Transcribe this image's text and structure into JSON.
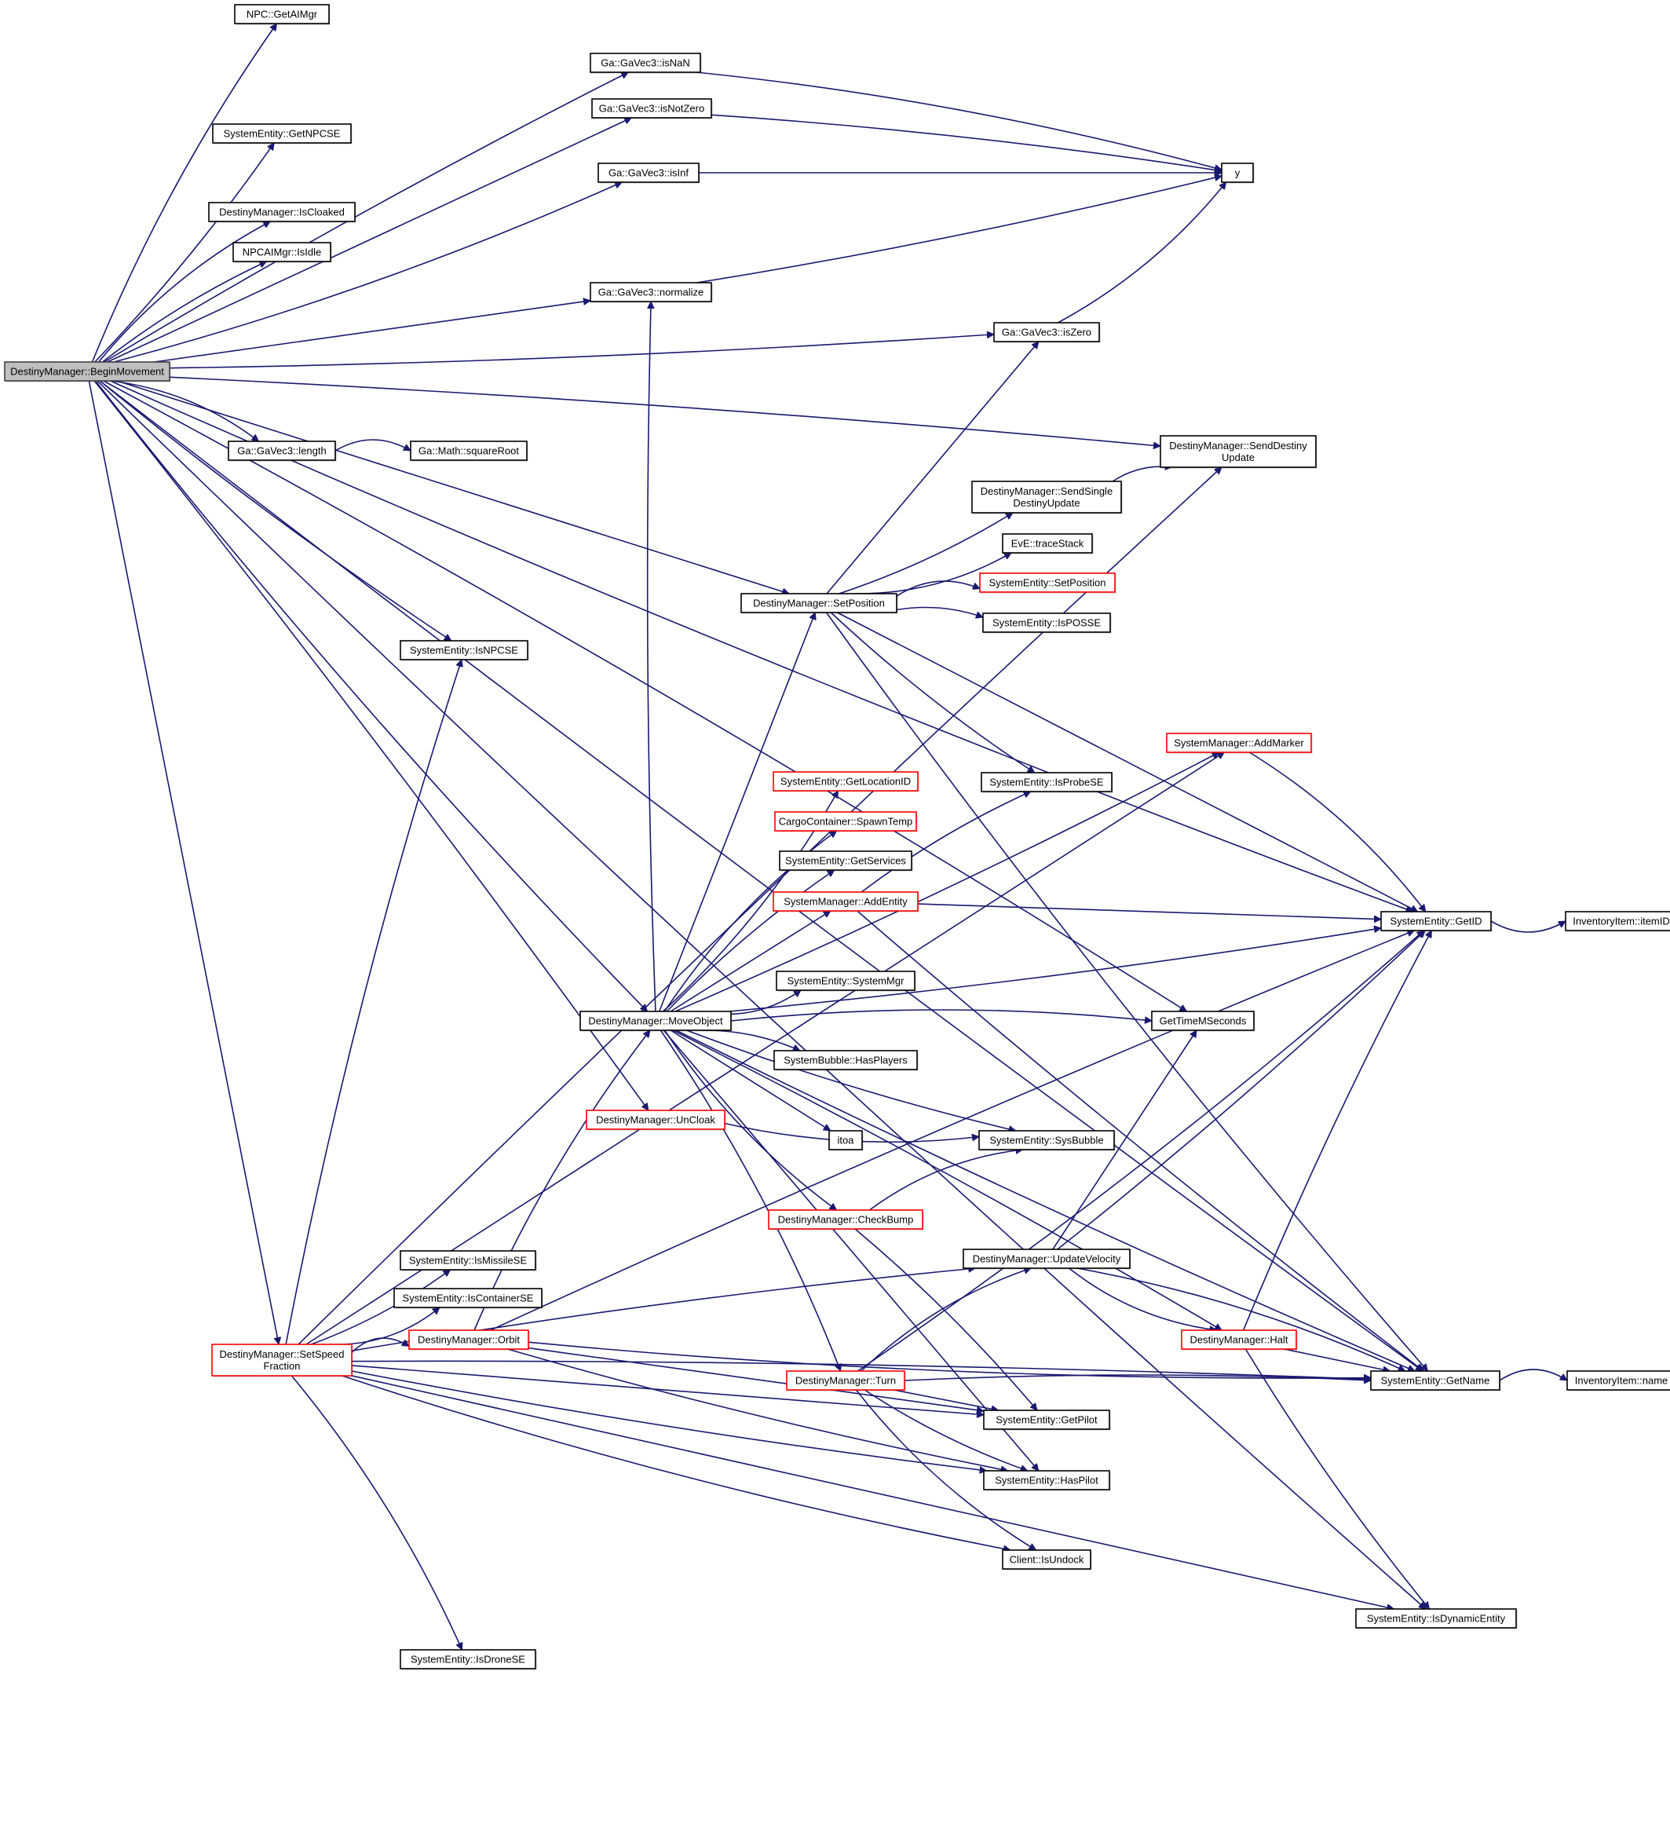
{
  "diagram": {
    "title": "Call graph of DestinyManager::BeginMovement",
    "colors": {
      "edge": "#191970",
      "node_border": "#000000",
      "truncated_border": "#ff0000",
      "root_fill": "#bfbfbf"
    },
    "nodes": [
      {
        "id": "root",
        "lines": [
          "DestinyManager::BeginMovement"
        ],
        "style": "root"
      },
      {
        "id": "getaimgr",
        "lines": [
          "NPC::GetAIMgr"
        ],
        "style": "normal"
      },
      {
        "id": "isnan",
        "lines": [
          "Ga::GaVec3::isNaN"
        ],
        "style": "normal"
      },
      {
        "id": "isnotzero",
        "lines": [
          "Ga::GaVec3::isNotZero"
        ],
        "style": "normal"
      },
      {
        "id": "getnpcse",
        "lines": [
          "SystemEntity::GetNPCSE"
        ],
        "style": "normal"
      },
      {
        "id": "isinf",
        "lines": [
          "Ga::GaVec3::isInf"
        ],
        "style": "normal"
      },
      {
        "id": "y",
        "lines": [
          "y"
        ],
        "style": "normal"
      },
      {
        "id": "iscloaked",
        "lines": [
          "DestinyManager::IsCloaked"
        ],
        "style": "normal"
      },
      {
        "id": "isidle",
        "lines": [
          "NPCAIMgr::IsIdle"
        ],
        "style": "normal"
      },
      {
        "id": "normalize",
        "lines": [
          "Ga::GaVec3::normalize"
        ],
        "style": "normal"
      },
      {
        "id": "iszero",
        "lines": [
          "Ga::GaVec3::isZero"
        ],
        "style": "normal"
      },
      {
        "id": "length",
        "lines": [
          "Ga::GaVec3::length"
        ],
        "style": "normal"
      },
      {
        "id": "squareroot",
        "lines": [
          "Ga::Math::squareRoot"
        ],
        "style": "normal"
      },
      {
        "id": "senddestinyupdate",
        "lines": [
          "DestinyManager::SendDestiny",
          "Update"
        ],
        "style": "normal"
      },
      {
        "id": "sendsingle",
        "lines": [
          "DestinyManager::SendSingle",
          "DestinyUpdate"
        ],
        "style": "normal"
      },
      {
        "id": "tracestack",
        "lines": [
          "EvE::traceStack"
        ],
        "style": "normal"
      },
      {
        "id": "se_setposition",
        "lines": [
          "SystemEntity::SetPosition"
        ],
        "style": "truncated"
      },
      {
        "id": "setposition",
        "lines": [
          "DestinyManager::SetPosition"
        ],
        "style": "normal"
      },
      {
        "id": "isposse",
        "lines": [
          "SystemEntity::IsPOSSE"
        ],
        "style": "normal"
      },
      {
        "id": "isnpcse",
        "lines": [
          "SystemEntity::IsNPCSE"
        ],
        "style": "normal"
      },
      {
        "id": "addmarker",
        "lines": [
          "SystemManager::AddMarker"
        ],
        "style": "truncated"
      },
      {
        "id": "getlocationid",
        "lines": [
          "SystemEntity::GetLocationID"
        ],
        "style": "truncated"
      },
      {
        "id": "isprobese",
        "lines": [
          "SystemEntity::IsProbeSE"
        ],
        "style": "normal"
      },
      {
        "id": "spawntemp",
        "lines": [
          "CargoContainer::SpawnTemp"
        ],
        "style": "truncated"
      },
      {
        "id": "getservices",
        "lines": [
          "SystemEntity::GetServices"
        ],
        "style": "normal"
      },
      {
        "id": "addentity",
        "lines": [
          "SystemManager::AddEntity"
        ],
        "style": "truncated"
      },
      {
        "id": "getid",
        "lines": [
          "SystemEntity::GetID"
        ],
        "style": "normal"
      },
      {
        "id": "itemid",
        "lines": [
          "InventoryItem::itemID"
        ],
        "style": "normal"
      },
      {
        "id": "systemmgr",
        "lines": [
          "SystemEntity::SystemMgr"
        ],
        "style": "normal"
      },
      {
        "id": "moveobject",
        "lines": [
          "DestinyManager::MoveObject"
        ],
        "style": "normal"
      },
      {
        "id": "gettimems",
        "lines": [
          "GetTimeMSeconds"
        ],
        "style": "normal"
      },
      {
        "id": "hasplayers",
        "lines": [
          "SystemBubble::HasPlayers"
        ],
        "style": "normal"
      },
      {
        "id": "uncloak",
        "lines": [
          "DestinyManager::UnCloak"
        ],
        "style": "truncated"
      },
      {
        "id": "itoa",
        "lines": [
          "itoa"
        ],
        "style": "normal"
      },
      {
        "id": "sysbubble",
        "lines": [
          "SystemEntity::SysBubble"
        ],
        "style": "normal"
      },
      {
        "id": "checkbump",
        "lines": [
          "DestinyManager::CheckBump"
        ],
        "style": "truncated"
      },
      {
        "id": "ismissilese",
        "lines": [
          "SystemEntity::IsMissileSE"
        ],
        "style": "normal"
      },
      {
        "id": "updatevelocity",
        "lines": [
          "DestinyManager::UpdateVelocity"
        ],
        "style": "normal"
      },
      {
        "id": "iscontainerse",
        "lines": [
          "SystemEntity::IsContainerSE"
        ],
        "style": "normal"
      },
      {
        "id": "orbit",
        "lines": [
          "DestinyManager::Orbit"
        ],
        "style": "truncated"
      },
      {
        "id": "halt",
        "lines": [
          "DestinyManager::Halt"
        ],
        "style": "truncated"
      },
      {
        "id": "setspeedfraction",
        "lines": [
          "DestinyManager::SetSpeed",
          "Fraction"
        ],
        "style": "truncated"
      },
      {
        "id": "turn",
        "lines": [
          "DestinyManager::Turn"
        ],
        "style": "truncated"
      },
      {
        "id": "getname",
        "lines": [
          "SystemEntity::GetName"
        ],
        "style": "normal"
      },
      {
        "id": "invname",
        "lines": [
          "InventoryItem::name"
        ],
        "style": "normal"
      },
      {
        "id": "getpilot",
        "lines": [
          "SystemEntity::GetPilot"
        ],
        "style": "normal"
      },
      {
        "id": "haspilot",
        "lines": [
          "SystemEntity::HasPilot"
        ],
        "style": "normal"
      },
      {
        "id": "isundock",
        "lines": [
          "Client::IsUndock"
        ],
        "style": "normal"
      },
      {
        "id": "isdynamic",
        "lines": [
          "SystemEntity::IsDynamicEntity"
        ],
        "style": "normal"
      },
      {
        "id": "isdronese",
        "lines": [
          "SystemEntity::IsDroneSE"
        ],
        "style": "normal"
      }
    ],
    "edges": [
      [
        "root",
        "getaimgr"
      ],
      [
        "root",
        "isnan"
      ],
      [
        "root",
        "isnotzero"
      ],
      [
        "root",
        "getnpcse"
      ],
      [
        "root",
        "isinf"
      ],
      [
        "root",
        "iscloaked"
      ],
      [
        "root",
        "isidle"
      ],
      [
        "root",
        "normalize"
      ],
      [
        "root",
        "iszero"
      ],
      [
        "root",
        "getid"
      ],
      [
        "root",
        "length"
      ],
      [
        "root",
        "senddestinyupdate"
      ],
      [
        "root",
        "setposition"
      ],
      [
        "root",
        "isnpcse"
      ],
      [
        "root",
        "moveobject"
      ],
      [
        "root",
        "gettimems"
      ],
      [
        "root",
        "uncloak"
      ],
      [
        "root",
        "setspeedfraction"
      ],
      [
        "root",
        "getname"
      ],
      [
        "root",
        "isdynamic"
      ],
      [
        "isnan",
        "y"
      ],
      [
        "isnotzero",
        "y"
      ],
      [
        "isinf",
        "y"
      ],
      [
        "normalize",
        "y"
      ],
      [
        "iszero",
        "y"
      ],
      [
        "length",
        "squareroot"
      ],
      [
        "sendsingle",
        "senddestinyupdate"
      ],
      [
        "setposition",
        "iszero"
      ],
      [
        "setposition",
        "sendsingle"
      ],
      [
        "setposition",
        "tracestack"
      ],
      [
        "setposition",
        "se_setposition"
      ],
      [
        "setposition",
        "isposse"
      ],
      [
        "setposition",
        "getid"
      ],
      [
        "setposition",
        "isprobese"
      ],
      [
        "setposition",
        "getname"
      ],
      [
        "addmarker",
        "getid"
      ],
      [
        "addentity",
        "isprobese"
      ],
      [
        "addentity",
        "getid"
      ],
      [
        "addentity",
        "getname"
      ],
      [
        "getid",
        "itemid"
      ],
      [
        "getname",
        "invname"
      ],
      [
        "moveobject",
        "normalize"
      ],
      [
        "moveobject",
        "setposition"
      ],
      [
        "moveobject",
        "addmarker"
      ],
      [
        "moveobject",
        "getlocationid"
      ],
      [
        "moveobject",
        "spawntemp"
      ],
      [
        "moveobject",
        "getservices"
      ],
      [
        "moveobject",
        "addentity"
      ],
      [
        "moveobject",
        "getid"
      ],
      [
        "moveobject",
        "systemmgr"
      ],
      [
        "moveobject",
        "gettimems"
      ],
      [
        "moveobject",
        "hasplayers"
      ],
      [
        "moveobject",
        "itoa"
      ],
      [
        "moveobject",
        "sysbubble"
      ],
      [
        "moveobject",
        "checkbump"
      ],
      [
        "moveobject",
        "turn"
      ],
      [
        "moveobject",
        "halt"
      ],
      [
        "moveobject",
        "haspilot"
      ],
      [
        "moveobject",
        "getname"
      ],
      [
        "uncloak",
        "sysbubble"
      ],
      [
        "checkbump",
        "sysbubble"
      ],
      [
        "checkbump",
        "getpilot"
      ],
      [
        "updatevelocity",
        "gettimems"
      ],
      [
        "updatevelocity",
        "getid"
      ],
      [
        "updatevelocity",
        "halt"
      ],
      [
        "updatevelocity",
        "getname"
      ],
      [
        "halt",
        "getid"
      ],
      [
        "halt",
        "getname"
      ],
      [
        "halt",
        "isdynamic"
      ],
      [
        "turn",
        "getid"
      ],
      [
        "turn",
        "updatevelocity"
      ],
      [
        "turn",
        "getname"
      ],
      [
        "turn",
        "getpilot"
      ],
      [
        "turn",
        "haspilot"
      ],
      [
        "turn",
        "isundock"
      ],
      [
        "orbit",
        "moveobject"
      ],
      [
        "orbit",
        "getid"
      ],
      [
        "orbit",
        "getpilot"
      ],
      [
        "orbit",
        "haspilot"
      ],
      [
        "orbit",
        "getname"
      ],
      [
        "setspeedfraction",
        "isnpcse"
      ],
      [
        "setspeedfraction",
        "senddestinyupdate"
      ],
      [
        "setspeedfraction",
        "addmarker"
      ],
      [
        "setspeedfraction",
        "ismissilese"
      ],
      [
        "setspeedfraction",
        "iscontainerse"
      ],
      [
        "setspeedfraction",
        "orbit"
      ],
      [
        "setspeedfraction",
        "updatevelocity"
      ],
      [
        "setspeedfraction",
        "getpilot"
      ],
      [
        "setspeedfraction",
        "haspilot"
      ],
      [
        "setspeedfraction",
        "isundock"
      ],
      [
        "setspeedfraction",
        "isdronese"
      ],
      [
        "setspeedfraction",
        "getname"
      ],
      [
        "setspeedfraction",
        "isdynamic"
      ]
    ]
  }
}
